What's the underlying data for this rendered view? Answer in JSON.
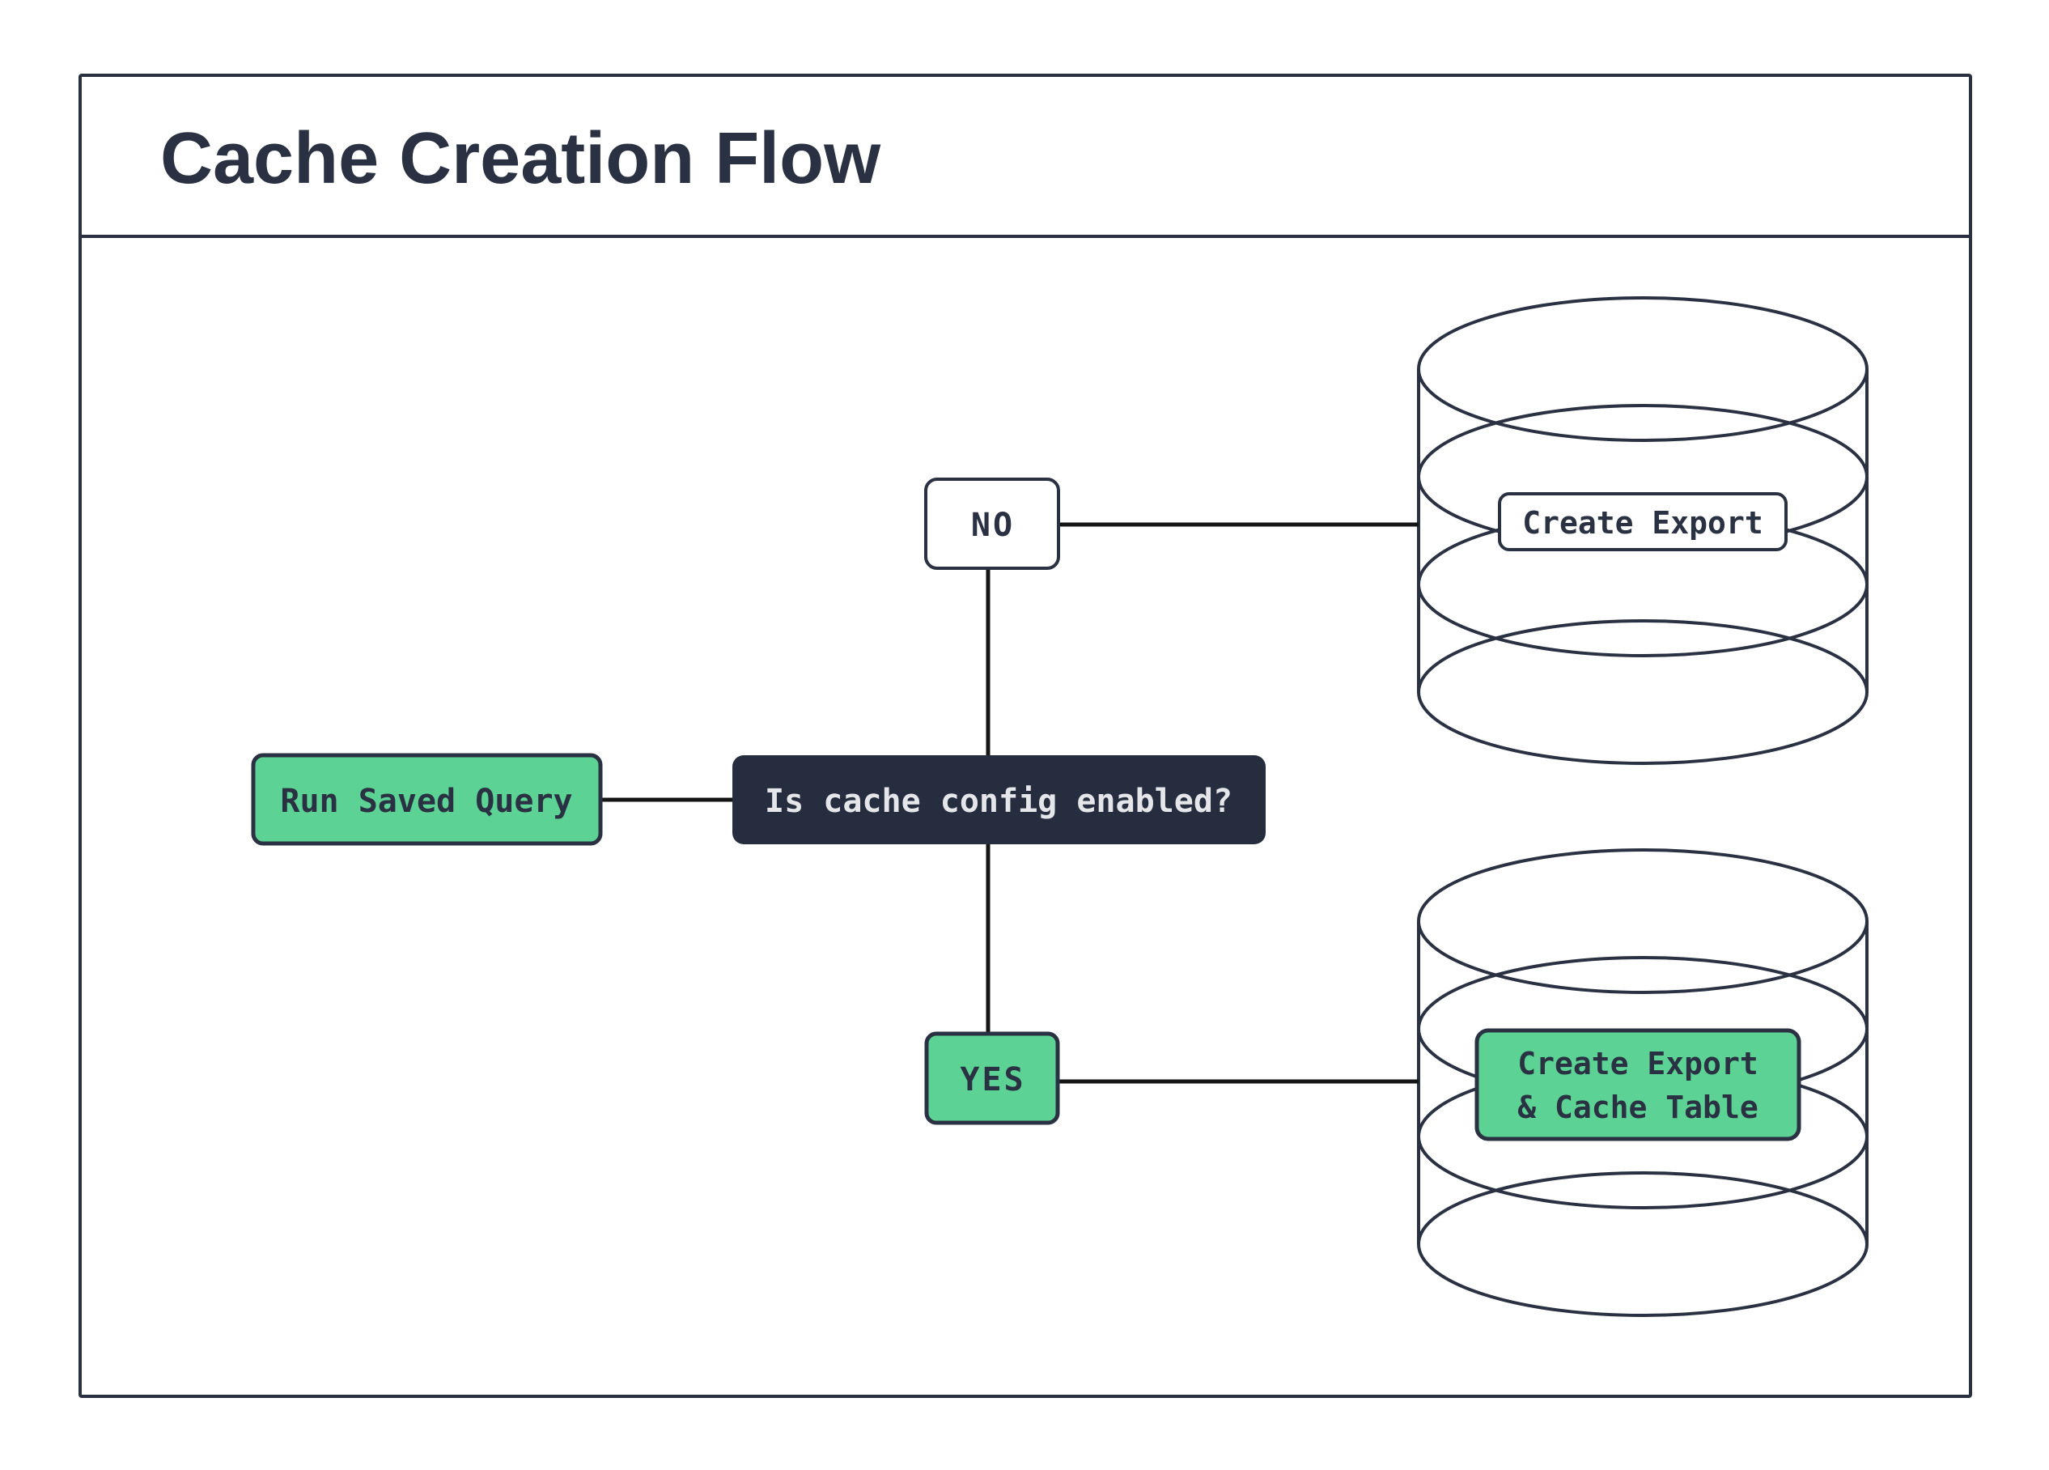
{
  "title": "Cache Creation Flow",
  "colors": {
    "ink": "#2A3142",
    "green": "#5CD394",
    "decision_fill": "#262D3E",
    "decision_text": "#E4E6EA",
    "connector": "#151515",
    "background": "#FFFFFF"
  },
  "nodes": {
    "run_saved_query": {
      "label": "Run Saved Query"
    },
    "decision": {
      "label": "Is cache config enabled?"
    },
    "no_branch": {
      "label": "NO"
    },
    "yes_branch": {
      "label": "YES"
    },
    "create_export": {
      "label": "Create Export"
    },
    "create_export_cache": {
      "line1": "Create Export",
      "line2": "& Cache Table"
    }
  }
}
